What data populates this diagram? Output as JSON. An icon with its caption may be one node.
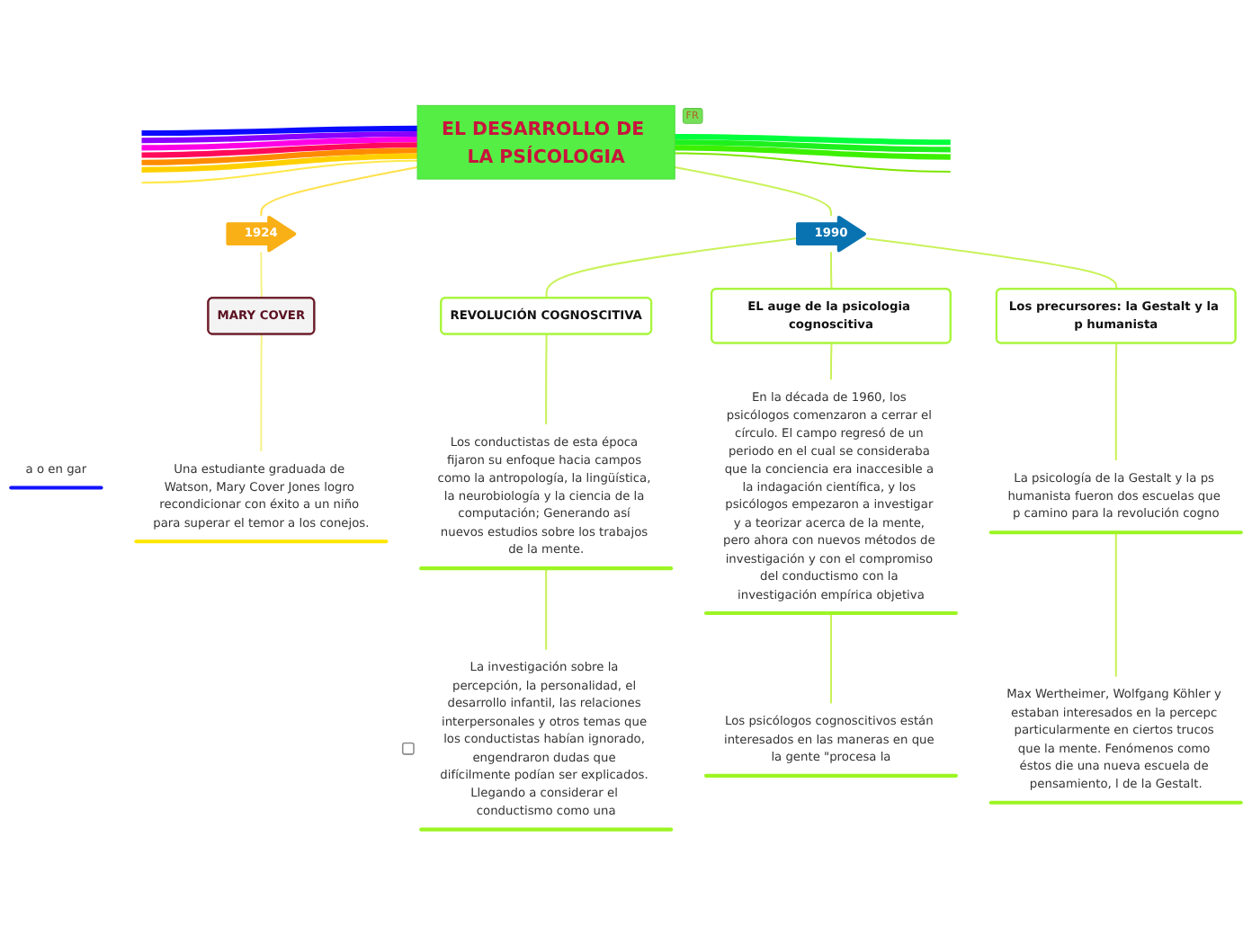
{
  "diagram": {
    "nodes": [
      {
        "text": [
          "EL DESARROLLO DE LA PSÍCOLOGIA"
        ],
        "beside": [
          "FR"
        ]
      },
      {
        "text": [
          "1924"
        ]
      },
      {
        "text": [
          "1990"
        ]
      },
      {
        "text": [
          "MARY COVER"
        ]
      },
      {
        "text": [
          "REVOLUCIÓN COGNOSCITIVA"
        ]
      },
      {
        "text": [
          "EL auge de la psicologia cognoscitiva"
        ]
      },
      {
        "text": [
          "Los precursores: la Gestalt y la p humanista"
        ]
      },
      {
        "text": [
          "a o en gar"
        ]
      },
      {
        "text": [
          "Una estudiante graduada de Watson, Mary Cover Jones logro recondicionar con éxito a un niño para superar el temor a los conejos."
        ]
      },
      {
        "text": [
          "Los conductistas de esta época fijaron su enfoque hacia campos como la antropología, la lingüística, la neurobiología y la ciencia de la computación; Generando así nuevos estudios sobre los trabajos de la mente."
        ]
      },
      {
        "text": [
          "En la década de 1960, los psicólogos comenzaron a cerrar el círculo. El campo regresó de un periodo en el cual se consideraba que la conciencia era inaccesible a la indagación científica, y los psicólogos empezaron a investigar y a teorizar acerca de la mente, pero ahora con nuevos métodos de investigación y con el compromiso del conductismo con la investigación empírica objetiva"
        ]
      },
      {
        "text": [
          "La psicología de la Gestalt y la ps humanista fueron dos escuelas que p camino para la revolución cogno"
        ]
      },
      {
        "text": [
          "La investigación sobre la percepción, la personalidad, el desarrollo infantil, las relaciones interpersonales y otros temas que los conductistas habían ignorado, engendraron dudas que difícilmente podían ser explicados. Llegando a considerar el conductismo como una"
        ]
      },
      {
        "text": [
          "Los psicólogos cognoscitivos están interesados en las maneras en que la gente \"procesa la"
        ]
      },
      {
        "text": [
          "Max Wertheimer, Wolfgang Köhler y estaban interesados en la percepc particularmente en ciertos trucos que la mente. Fenómenos como éstos die una nueva escuela de pensamiento, l de la Gestalt."
        ]
      }
    ],
    "edges": [
      {
        "from": 0,
        "to": 1,
        "arrow": "none",
        "color": "#ffe14d"
      },
      {
        "from": 0,
        "to": 2,
        "arrow": "none"
      },
      {
        "from": 1,
        "to": 3,
        "arrow": "none",
        "color": "#f6f28a"
      },
      {
        "from": 2,
        "to": 4,
        "arrow": "none"
      },
      {
        "from": 2,
        "to": 5,
        "arrow": "none"
      },
      {
        "from": 2,
        "to": 6,
        "arrow": "none"
      },
      {
        "from": 3,
        "to": 8,
        "arrow": "none",
        "color": "#f6f28a"
      },
      {
        "from": 4,
        "to": 9,
        "arrow": "none"
      },
      {
        "from": 5,
        "to": 10,
        "arrow": "none"
      },
      {
        "from": 6,
        "to": 11,
        "arrow": "none"
      },
      {
        "from": 9,
        "to": 12,
        "arrow": "none"
      },
      {
        "from": 10,
        "to": 13,
        "arrow": "none"
      },
      {
        "from": 11,
        "to": 14,
        "arrow": "none"
      },
      {
        "from": 0,
        "to": null,
        "arrow": "none",
        "style": "thick",
        "color": "#0a0aff"
      },
      {
        "from": 0,
        "to": null,
        "arrow": "none",
        "style": "thick",
        "color": "#8a00ff"
      },
      {
        "from": 0,
        "to": null,
        "arrow": "none",
        "style": "thick",
        "color": "#ff00e6"
      },
      {
        "from": 0,
        "to": null,
        "arrow": "none",
        "style": "thick",
        "color": "#ff0a5a"
      },
      {
        "from": 0,
        "to": null,
        "arrow": "none",
        "style": "thick",
        "color": "#ff8c00"
      },
      {
        "from": 0,
        "to": null,
        "arrow": "none",
        "style": "thick",
        "color": "#ffd000"
      },
      {
        "from": 0,
        "to": null,
        "arrow": "none",
        "color": "#ffe84a"
      },
      {
        "from": 0,
        "to": null,
        "arrow": "none",
        "style": "thick",
        "color": "#00ff3c"
      },
      {
        "from": 0,
        "to": null,
        "arrow": "none",
        "style": "thick",
        "color": "#1ef01e"
      },
      {
        "from": 0,
        "to": null,
        "arrow": "none",
        "style": "thick",
        "color": "#3cf000"
      },
      {
        "from": 0,
        "to": null,
        "arrow": "none",
        "color": "#7ee600"
      }
    ]
  }
}
